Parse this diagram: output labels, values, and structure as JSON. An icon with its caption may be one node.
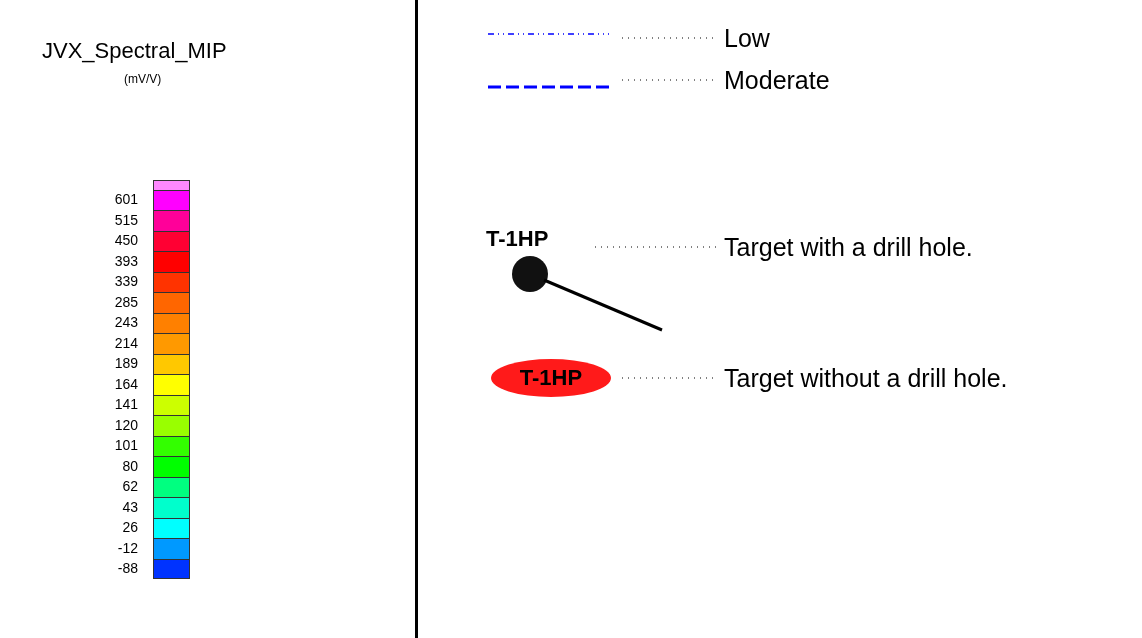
{
  "diagram": {
    "title": "JVX_Spectral_MIP",
    "nodes": [
      {
        "text": [],
        "shape": "circle",
        "beside": [
          "T-1HP"
        ]
      },
      {
        "text": [
          "T-1HP"
        ]
      }
    ],
    "edges": [],
    "labels": [
      "(mV/V)"
    ],
    "legend": [
      {
        "text": "Low"
      },
      {
        "text": "Moderate"
      },
      {
        "text": "Target with a drill hole."
      },
      {
        "text": "Target without a drill hole."
      },
      {
        "text": "601",
        "color": "#ff00ff"
      },
      {
        "text": "515",
        "color": "#ff0099"
      },
      {
        "text": "450",
        "color": "#ff0033"
      },
      {
        "text": "393",
        "color": "#ff0000"
      },
      {
        "text": "339",
        "color": "#ff3300"
      },
      {
        "text": "285",
        "color": "#ff6600"
      },
      {
        "text": "243",
        "color": "#ff8000"
      },
      {
        "text": "214",
        "color": "#ff9900"
      },
      {
        "text": "189",
        "color": "#ffc800"
      },
      {
        "text": "164",
        "color": "#ffff00"
      },
      {
        "text": "141",
        "color": "#ccff00"
      },
      {
        "text": "120",
        "color": "#99ff00"
      },
      {
        "text": "101",
        "color": "#33ff00"
      },
      {
        "text": "80",
        "color": "#00ff00"
      },
      {
        "text": "62",
        "color": "#00ff80"
      },
      {
        "text": "43",
        "color": "#00ffcc"
      },
      {
        "text": "26",
        "color": "#00ffff"
      },
      {
        "text": "-12",
        "color": "#0099ff"
      },
      {
        "text": "-88",
        "color": "#0033ff"
      }
    ]
  }
}
